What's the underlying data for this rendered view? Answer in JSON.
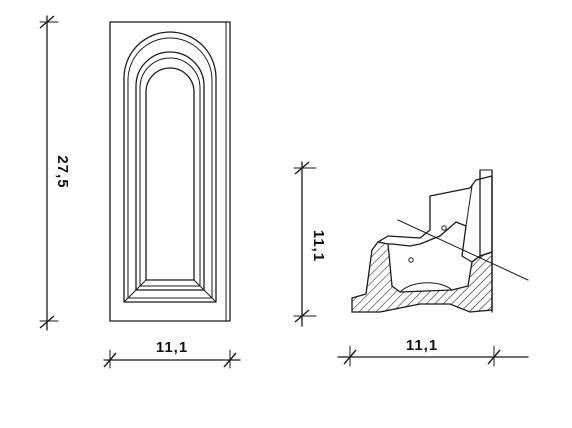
{
  "drawing": {
    "panel_height_label": "27,5",
    "panel_width_label": "11,1",
    "section_height_label": "11,1",
    "section_width_label": "11,1"
  },
  "colors": {
    "line": "#1a1a1a",
    "background": "#ffffff"
  }
}
